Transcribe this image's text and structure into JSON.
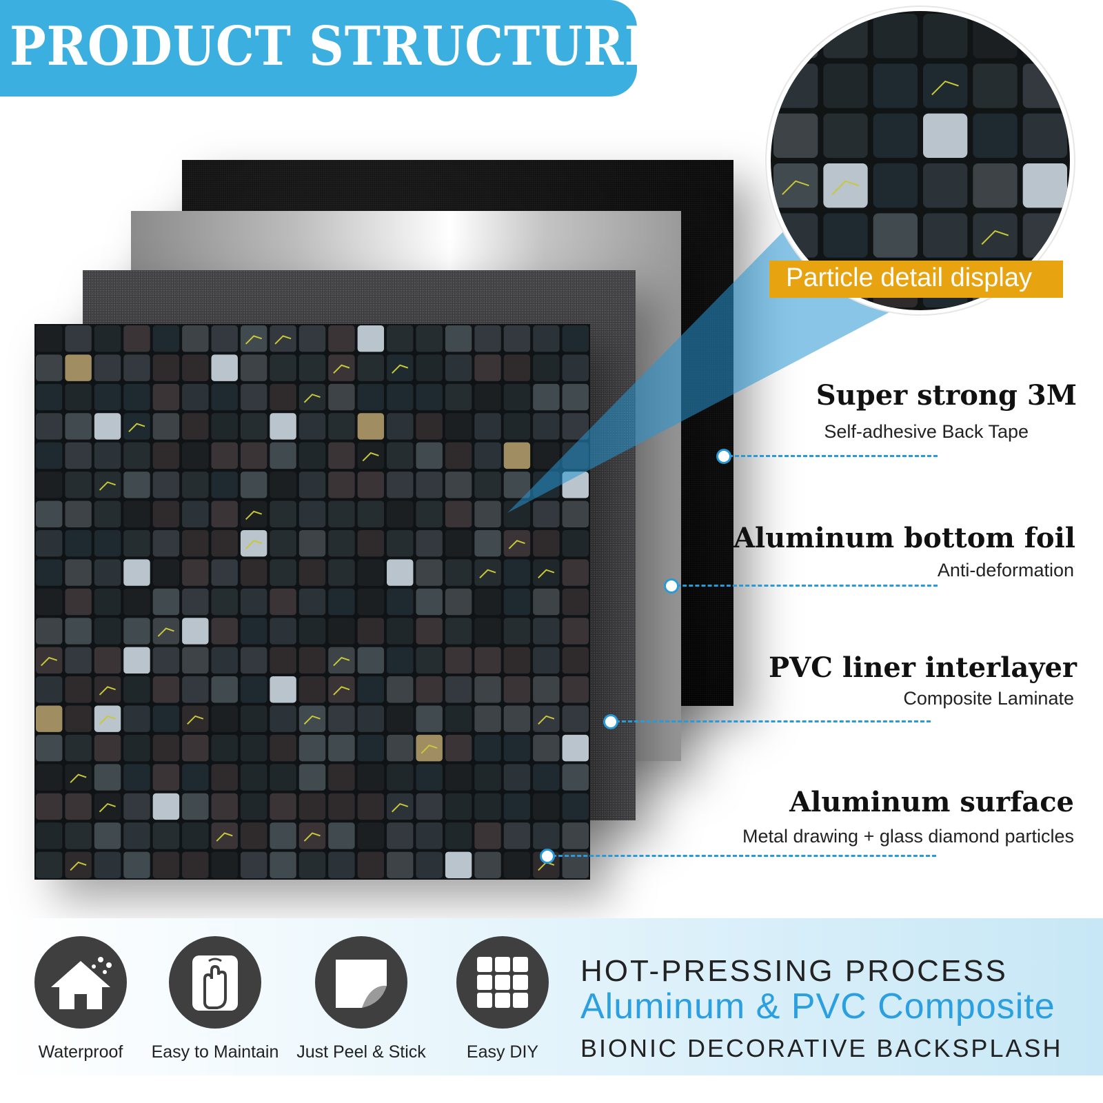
{
  "header": {
    "title": "PRODUCT STRUCTURE"
  },
  "magnifier": {
    "label": "Particle detail display"
  },
  "callouts": [
    {
      "title": "Super strong 3M",
      "subtitle": "Self-adhesive Back Tape"
    },
    {
      "title": "Aluminum bottom foil",
      "subtitle": "Anti-deformation"
    },
    {
      "title": "PVC liner interlayer",
      "subtitle": "Composite Laminate"
    },
    {
      "title": "Aluminum surface",
      "subtitle": "Metal drawing + glass diamond particles"
    }
  ],
  "features": [
    {
      "label": "Waterproof",
      "icon": "house-rain-icon"
    },
    {
      "label": "Easy to Maintain",
      "icon": "hand-wipe-icon"
    },
    {
      "label": "Just Peel & Stick",
      "icon": "peel-sticker-icon"
    },
    {
      "label": "Easy DIY",
      "icon": "grid-tile-icon"
    }
  ],
  "process": {
    "line1": "HOT-PRESSING PROCESS",
    "line2": "Aluminum & PVC Composite",
    "line3": "BIONIC DECORATIVE BACKSPLASH"
  },
  "colors": {
    "accent_blue": "#3aafe0",
    "label_gold": "#e8a310",
    "dash_blue": "#2a9ad6"
  }
}
